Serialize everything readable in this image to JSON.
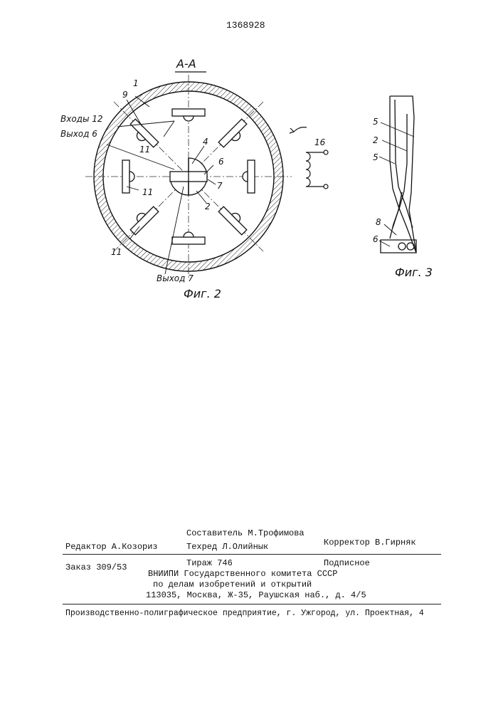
{
  "patent_number": "1368928",
  "figure2": {
    "section_label": "А-А",
    "caption": "Фиг. 2",
    "labels": {
      "n1": "1",
      "n9": "9",
      "n4": "4",
      "n6": "6",
      "n7": "7",
      "n2": "2",
      "n11a": "11",
      "n11b": "11",
      "n11c": "11",
      "inputs": "Входы 12",
      "output6": "Выход 6",
      "output7": "Выход 7"
    }
  },
  "coil": {
    "label": "16"
  },
  "figure3": {
    "caption": "Фиг. 3",
    "labels": {
      "n5a": "5",
      "n2": "2",
      "n5b": "5",
      "n8": "8",
      "n6": "6"
    }
  },
  "colophon": {
    "editor": "Редактор А.Козориз",
    "compiler": "Составитель М.Трофимова",
    "techred": "Техред Л.Олийнык",
    "corrector": "Корректор В.Гирняк",
    "order": "Заказ 309/53",
    "circulation": "Тираж 746",
    "subscription": "Подписное",
    "org_line1": "ВНИИПИ Государственного комитета СССР",
    "org_line2": "по делам изобретений и открытий",
    "org_line3": "113035, Москва, Ж-35, Раушская наб., д. 4/5",
    "printer": "Производственно-полиграфическое предприятие, г. Ужгород, ул. Проектная, 4"
  }
}
